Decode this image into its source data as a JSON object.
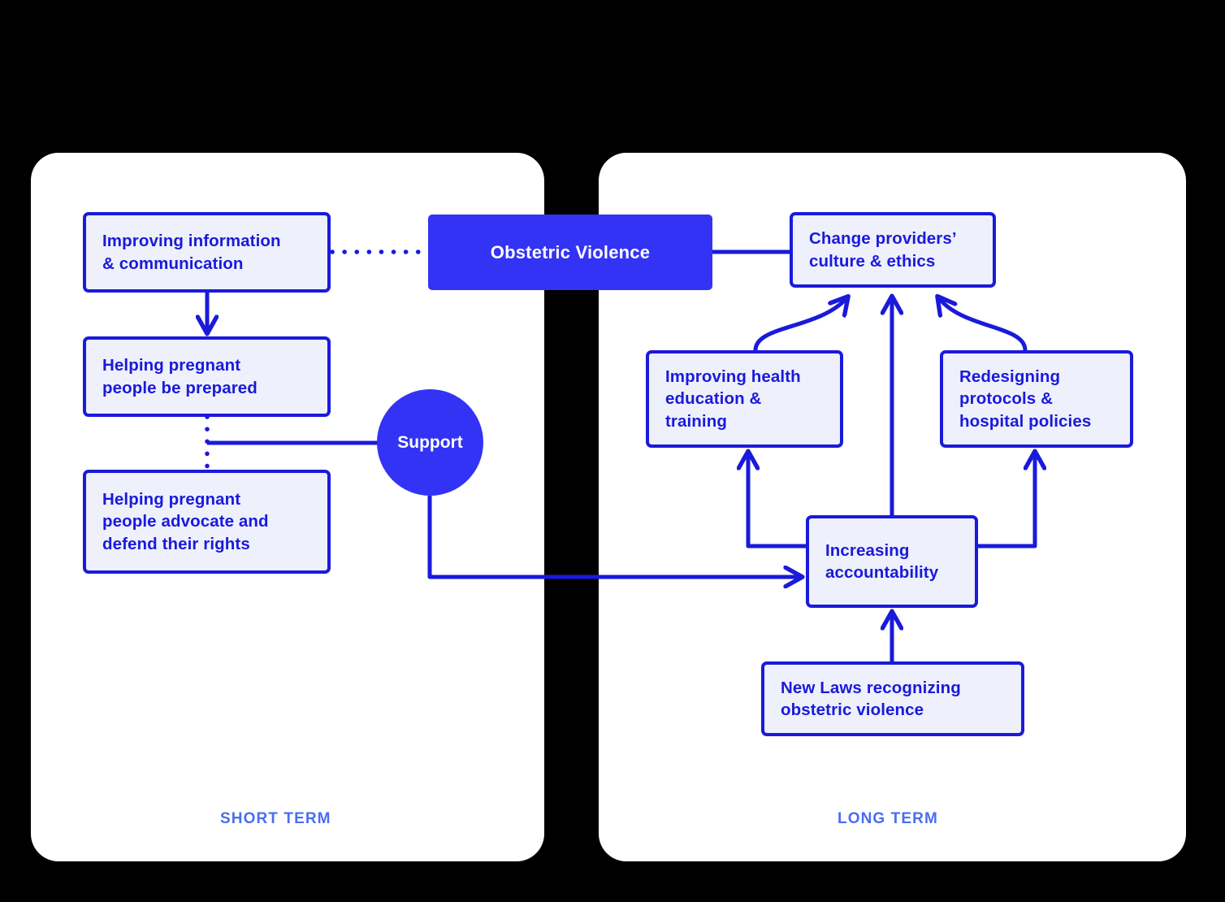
{
  "colors": {
    "background": "#000000",
    "panel": "#ffffff",
    "node_fill": "#eef0fb",
    "node_border": "#1a1adb",
    "accent": "#3333f5",
    "label": "#4a6ef0",
    "node_text": "#1a1adb",
    "accent_text": "#ffffff"
  },
  "panels": [
    {
      "id": "short",
      "label": "SHORT TERM"
    },
    {
      "id": "long",
      "label": "LONG TERM"
    }
  ],
  "center_node": {
    "label": "Obstetric Violence"
  },
  "support_node": {
    "label": "Support"
  },
  "short_term_nodes": [
    {
      "id": "info",
      "lines": [
        "Improving information",
        "& communication"
      ]
    },
    {
      "id": "prepared",
      "lines": [
        "Helping pregnant",
        "people be prepared"
      ]
    },
    {
      "id": "advocate",
      "lines": [
        "Helping pregnant",
        "people advocate and",
        "defend their rights"
      ]
    }
  ],
  "long_term_nodes": [
    {
      "id": "culture",
      "lines": [
        "Change providers’",
        "culture & ethics"
      ]
    },
    {
      "id": "education",
      "lines": [
        "Improving health",
        "education &",
        "training"
      ]
    },
    {
      "id": "protocols",
      "lines": [
        "Redesigning",
        "protocols &",
        "hospital policies"
      ]
    },
    {
      "id": "account",
      "lines": [
        "Increasing",
        "accountability"
      ]
    },
    {
      "id": "laws",
      "lines": [
        "New Laws recognizing",
        "obstetric violence"
      ]
    }
  ],
  "connections": [
    {
      "from": "info",
      "to": "violence",
      "style": "dotted",
      "arrow": false
    },
    {
      "from": "info",
      "to": "prepared",
      "style": "solid",
      "arrow": true
    },
    {
      "from": "prepared",
      "to": "advocate",
      "style": "dotted",
      "arrow": false
    },
    {
      "from": "support",
      "to": "prepared-advocate-link",
      "style": "solid",
      "arrow": false
    },
    {
      "from": "support",
      "to": "account",
      "style": "solid",
      "arrow": true
    },
    {
      "from": "violence",
      "to": "culture",
      "style": "solid",
      "arrow": false
    },
    {
      "from": "education",
      "to": "culture",
      "style": "curve",
      "arrow": true
    },
    {
      "from": "account",
      "to": "culture",
      "style": "solid",
      "arrow": true
    },
    {
      "from": "protocols",
      "to": "culture",
      "style": "curve",
      "arrow": true
    },
    {
      "from": "account",
      "to": "education",
      "style": "elbow",
      "arrow": true
    },
    {
      "from": "account",
      "to": "protocols",
      "style": "elbow",
      "arrow": true
    },
    {
      "from": "laws",
      "to": "account",
      "style": "solid",
      "arrow": true
    }
  ]
}
